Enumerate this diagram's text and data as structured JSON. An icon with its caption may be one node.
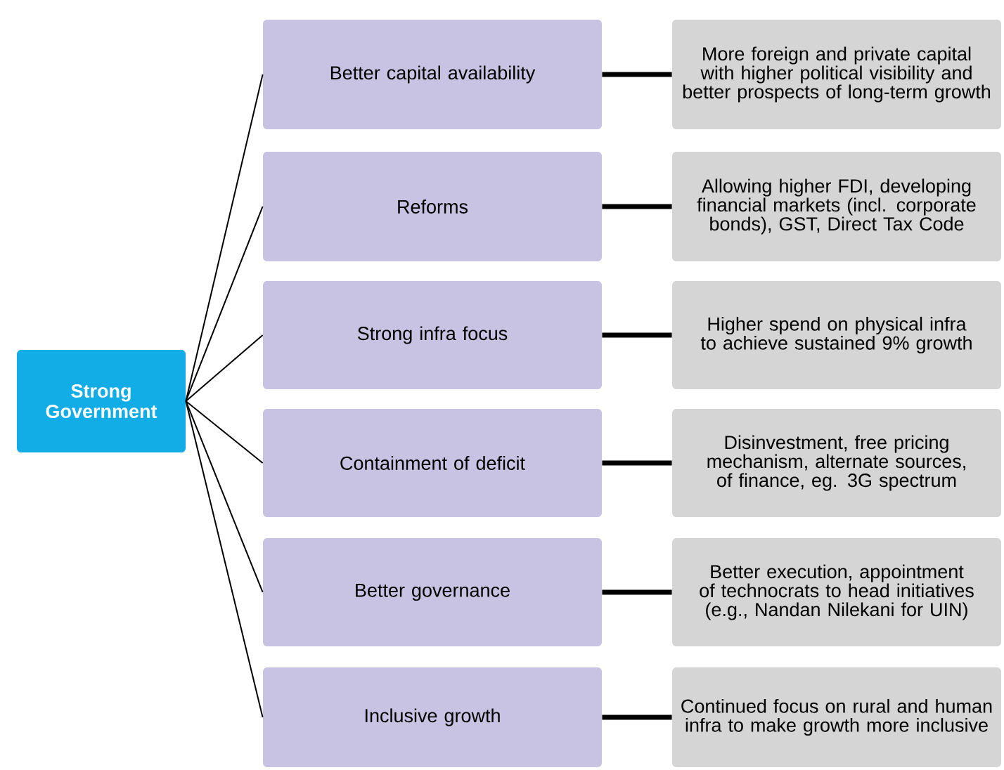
{
  "diagram": {
    "nodes": [
      {
        "text": [
          "Strong Government"
        ]
      },
      {
        "text": [
          "Better capital availability"
        ]
      },
      {
        "text": [
          "More foreign and private capital with higher political visibility and better prospects of long-term growth"
        ]
      },
      {
        "text": [
          "Reforms"
        ]
      },
      {
        "text": [
          "Allowing higher FDI, developing financial markets (incl. corporate bonds), GST, Direct Tax Code"
        ]
      },
      {
        "text": [
          "Strong infra focus"
        ]
      },
      {
        "text": [
          "Higher spend on physical infra to achieve sustained 9% growth"
        ]
      },
      {
        "text": [
          "Containment of deficit"
        ]
      },
      {
        "text": [
          "Disinvestment, free pricing mechanism, alternate sources, of finance, eg. 3G spectrum"
        ]
      },
      {
        "text": [
          "Better governance"
        ]
      },
      {
        "text": [
          "Better execution, appointment of technocrats to head initiatives (e.g., Nandan Nilekani for UIN)"
        ]
      },
      {
        "text": [
          "Inclusive growth"
        ]
      },
      {
        "text": [
          "Continued focus on rural and human infra to make growth more inclusive"
        ]
      }
    ],
    "edges": [
      {
        "from": 0,
        "to": 1,
        "arrow": "none"
      },
      {
        "from": 0,
        "to": 3,
        "arrow": "none"
      },
      {
        "from": 0,
        "to": 5,
        "arrow": "none"
      },
      {
        "from": 0,
        "to": 7,
        "arrow": "none"
      },
      {
        "from": 0,
        "to": 9,
        "arrow": "none"
      },
      {
        "from": 0,
        "to": 11,
        "arrow": "none"
      },
      {
        "from": 1,
        "to": 2,
        "arrow": "none",
        "style": "thick"
      },
      {
        "from": 3,
        "to": 4,
        "arrow": "none",
        "style": "thick"
      },
      {
        "from": 5,
        "to": 6,
        "arrow": "none",
        "style": "thick"
      },
      {
        "from": 7,
        "to": 8,
        "arrow": "none",
        "style": "thick"
      },
      {
        "from": 9,
        "to": 10,
        "arrow": "none",
        "style": "thick"
      },
      {
        "from": 11,
        "to": 12,
        "arrow": "none",
        "style": "thick"
      }
    ]
  }
}
